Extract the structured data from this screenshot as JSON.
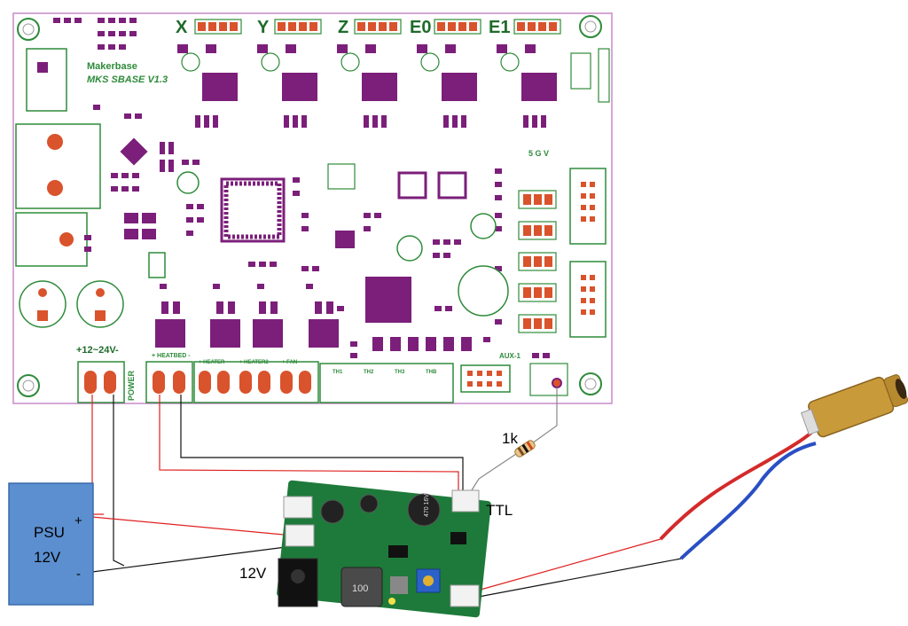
{
  "board": {
    "brand": "Makerbase",
    "model": "MKS SBASE V1.3",
    "axes": [
      "X",
      "Y",
      "Z",
      "E0",
      "E1"
    ],
    "power_label": "+12~24V-",
    "power_text": "POWER",
    "aux_label": "AUX-1",
    "voltage_label": "5 G V",
    "header_labels": [
      "+ HEATBED -",
      "+ HEATER -",
      "+ HEATER2 -",
      "+ FAN -"
    ],
    "thermistor_labels": [
      "TH1",
      "TH2",
      "TH3",
      "THB"
    ]
  },
  "psu": {
    "line1": "PSU",
    "line2": "12V",
    "plus": "+",
    "minus": "-"
  },
  "labels": {
    "resistor": "1k",
    "ttl": "TTL",
    "supply": "12V"
  },
  "driver": {
    "inductor": "100",
    "cap": "470 16V"
  },
  "colors": {
    "board_bg": "#ffffff",
    "chip": "#7b1f7a",
    "silk": "#2e8b3a",
    "connector": "#d9532c",
    "psu": "#5b8fd0",
    "pcb_green": "#1e7a3a",
    "wire_red": "#e02020",
    "wire_black": "#111111",
    "wire_blue": "#2a4fc4",
    "brass": "#c99a3a"
  }
}
